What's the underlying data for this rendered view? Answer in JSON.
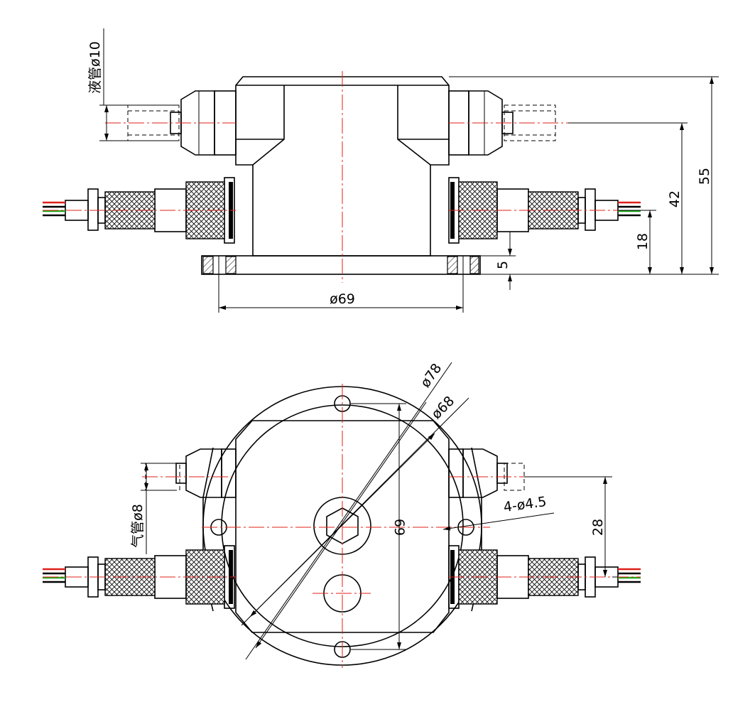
{
  "colors": {
    "line": "#000000",
    "centerline": "#e0201a",
    "wire_red": "#e0201a",
    "wire_green": "#1aa81a",
    "wire_black": "#000000"
  },
  "front_view": {
    "liquid_pipe_label": "液管ø10",
    "dim_total_height": "55",
    "dim_pipe_height": "42",
    "dim_connector_height": "18",
    "dim_flange_thickness": "5",
    "dim_hole_circle": "ø69"
  },
  "top_view": {
    "dim_outer_diameter": "ø78",
    "dim_inner_diameter": "ø68",
    "dim_hole_spacing": "69",
    "dim_holes": "4-ø4.5",
    "dim_pipe_offset": "28",
    "gas_pipe_label": "气管ø8"
  }
}
